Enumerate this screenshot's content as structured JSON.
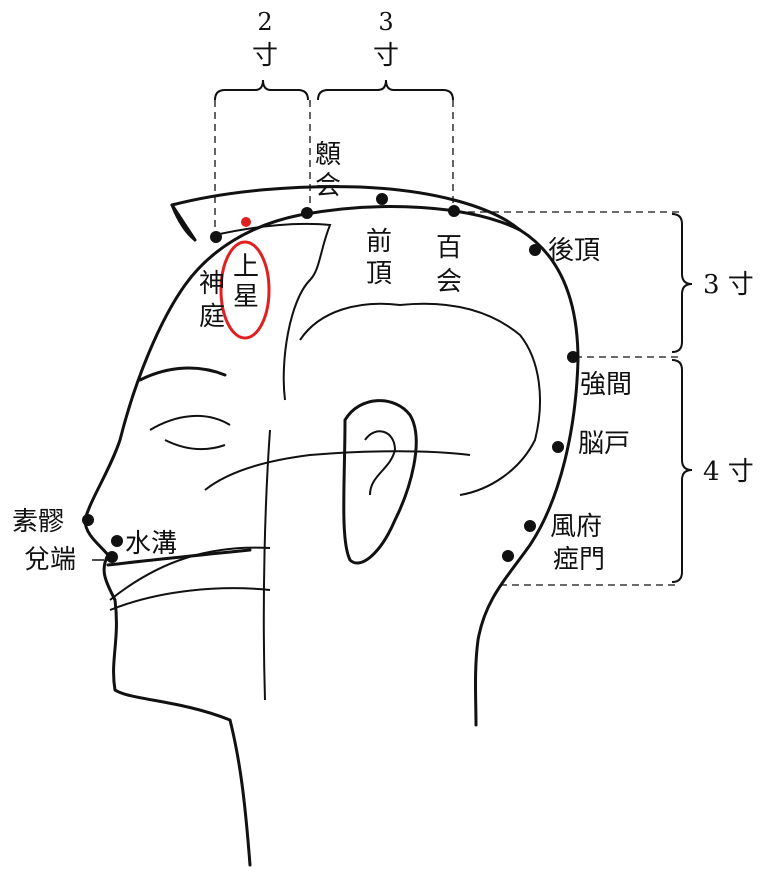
{
  "measurements": {
    "top_left": {
      "number": "2",
      "unit": "寸"
    },
    "top_right": {
      "number": "3",
      "unit": "寸"
    },
    "right_upper": "3 寸",
    "right_lower": "4 寸"
  },
  "points": {
    "shenting": [
      "神",
      "庭"
    ],
    "shangxing": [
      "上",
      "星"
    ],
    "xinhui": [
      "顖",
      "会"
    ],
    "qianding": [
      "前",
      "頂"
    ],
    "baihui": [
      "百",
      "会"
    ],
    "houding": "後頂",
    "qiangjian": "強間",
    "naohu": "脳戸",
    "fengfu": "風府",
    "yamen": "瘂門",
    "suliao": "素髎",
    "shuigou": "水溝",
    "duiduan": "兌端"
  },
  "colors": {
    "highlight": "#e02020",
    "ink": "#111111"
  }
}
